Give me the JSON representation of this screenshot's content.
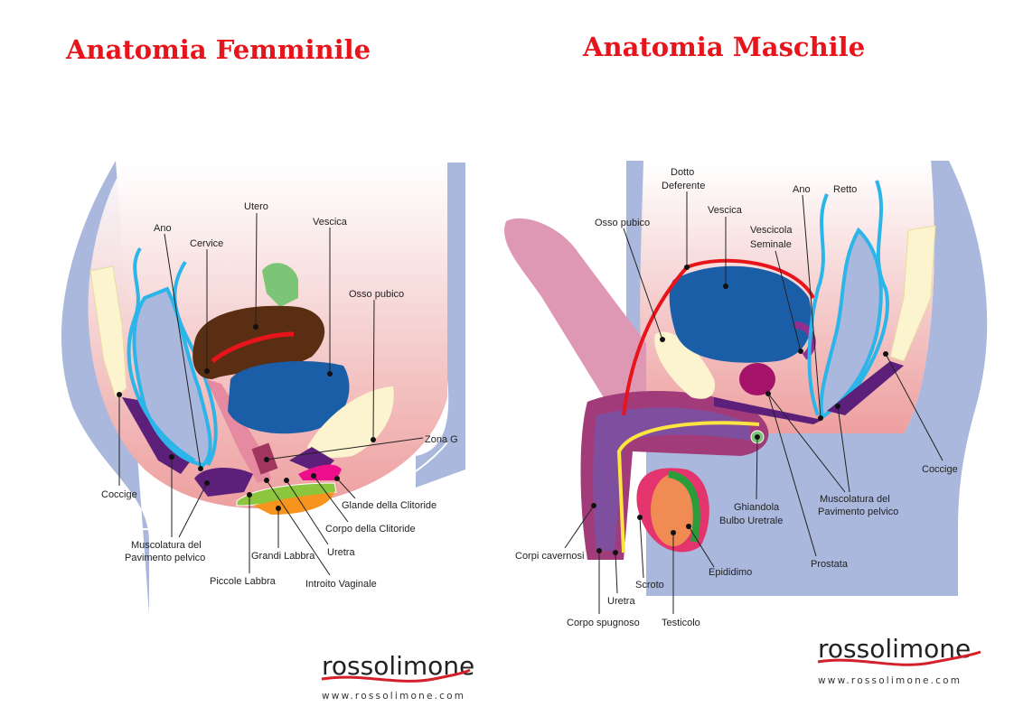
{
  "female": {
    "title": "Anatomia Femminile",
    "labels": {
      "utero": "Utero",
      "cervice": "Cervice",
      "ano": "Ano",
      "vescica": "Vescica",
      "osso_pubico": "Osso pubico",
      "zona_g": "Zona G",
      "glande_clitoride": "Glande della Clitoride",
      "corpo_clitoride": "Corpo della Clitoride",
      "uretra": "Uretra",
      "grandi_labbra": "Grandi Labbra",
      "piccole_labbra": "Piccole Labbra",
      "introito_vaginale": "Introito Vaginale",
      "coccige": "Coccige",
      "muscolatura_1": "Muscolatura del",
      "muscolatura_2": "Pavimento pelvico"
    }
  },
  "male": {
    "title": "Anatomia Maschile",
    "labels": {
      "dotto_1": "Dotto",
      "dotto_2": "Deferente",
      "vescica": "Vescica",
      "osso_pubico": "Osso pubico",
      "vescicola_1": "Vescicola",
      "vescicola_2": "Seminale",
      "ano": "Ano",
      "retto": "Retto",
      "coccige": "Coccige",
      "muscolatura_1": "Muscolatura del",
      "muscolatura_2": "Pavimento pelvico",
      "prostata": "Prostata",
      "ghiandola_1": "Ghiandola",
      "ghiandola_2": "Bulbo Uretrale",
      "epididimo": "Epididimo",
      "testicolo": "Testicolo",
      "scroto": "Scroto",
      "uretra": "Uretra",
      "corpi_cavernosi": "Corpi cavernosi",
      "corpo_spugnoso": "Corpo spugnoso"
    }
  },
  "logo": {
    "brand": "rossolimone",
    "url": "www.rossolimone.com"
  },
  "colors": {
    "title": "#e8141b",
    "body": "#a9b8dc",
    "flesh": "#f2c4c4",
    "purple": "#5c1f7a",
    "blue_organ": "#1b5ea8",
    "rectum": "#2bb5e8",
    "bone": "#fbf4cf"
  }
}
